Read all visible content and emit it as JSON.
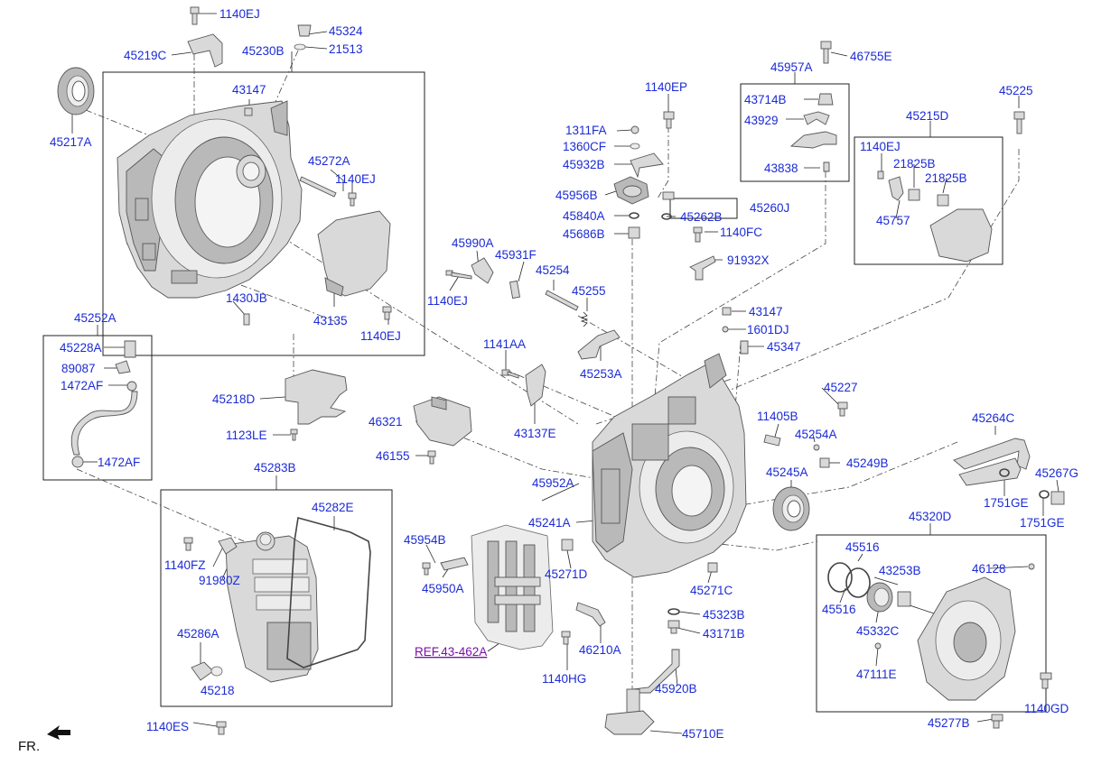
{
  "parts": {
    "p1140EJ_a": "1140EJ",
    "p45324": "45324",
    "p21513": "21513",
    "p45219C": "45219C",
    "p45230B": "45230B",
    "p43147_a": "43147",
    "p45217A": "45217A",
    "p45272A": "45272A",
    "p1140EJ_b": "1140EJ",
    "p1430JB": "1430JB",
    "p43135": "43135",
    "p1140EJ_c": "1140EJ",
    "p45252A": "45252A",
    "p45228A": "45228A",
    "p89087": "89087",
    "p1472AF_a": "1472AF",
    "p1472AF_b": "1472AF",
    "p45218D": "45218D",
    "p1123LE": "1123LE",
    "p45283B": "45283B",
    "p45282E": "45282E",
    "p1140FZ": "1140FZ",
    "p91980Z": "91980Z",
    "p45286A": "45286A",
    "p45218": "45218",
    "p1140ES": "1140ES",
    "pFR": "FR.",
    "p1140EP": "1140EP",
    "p1311FA": "1311FA",
    "p1360CF": "1360CF",
    "p45932B": "45932B",
    "p45956B": "45956B",
    "p45840A": "45840A",
    "p45686B": "45686B",
    "p45262B": "45262B",
    "p45260J": "45260J",
    "p1140FC": "1140FC",
    "p91932X": "91932X",
    "p45990A": "45990A",
    "p45931F": "45931F",
    "p45254": "45254",
    "p1140EJ_d": "1140EJ",
    "p45255": "45255",
    "p43147_b": "43147",
    "p1601DJ": "1601DJ",
    "p45347": "45347",
    "p1141AA": "1141AA",
    "p45253A": "45253A",
    "p43137E": "43137E",
    "p46321": "46321",
    "p46155": "46155",
    "p45952A": "45952A",
    "p45241A": "45241A",
    "p45954B": "45954B",
    "p45950A": "45950A",
    "p45271D": "45271D",
    "p45271C": "45271C",
    "p45323B": "45323B",
    "p43171B": "43171B",
    "p46210A": "46210A",
    "p1140HG": "1140HG",
    "p45920B": "45920B",
    "p45710E": "45710E",
    "pREF": "REF.43-462A",
    "p45957A": "45957A",
    "p46755E": "46755E",
    "p43714B": "43714B",
    "p43929": "43929",
    "p43838": "43838",
    "p45225": "45225",
    "p45215D": "45215D",
    "p1140EJ_e": "1140EJ",
    "p21825B_a": "21825B",
    "p21825B_b": "21825B",
    "p45757": "45757",
    "p45227": "45227",
    "p11405B": "11405B",
    "p45254A": "45254A",
    "p45249B": "45249B",
    "p45245A": "45245A",
    "p45264C": "45264C",
    "p45267G": "45267G",
    "p1751GE_a": "1751GE",
    "p1751GE_b": "1751GE",
    "p45320D": "45320D",
    "p45516_a": "45516",
    "p45516_b": "45516",
    "p43253B": "43253B",
    "p46128": "46128",
    "p45332C": "45332C",
    "p47111E": "47111E",
    "p1140GD": "1140GD",
    "p45277B": "45277B"
  }
}
